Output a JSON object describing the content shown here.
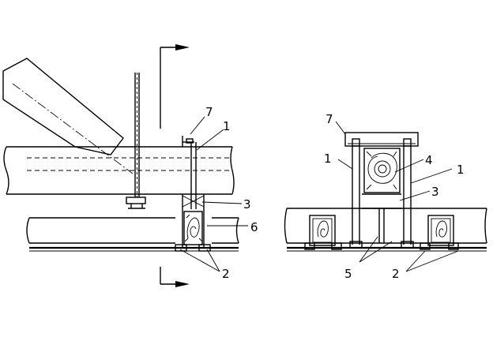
{
  "diagram": {
    "left_view": {
      "labels": {
        "l7": "7",
        "l1": "1",
        "l3": "3",
        "l6": "6",
        "l2": "2"
      }
    },
    "right_view": {
      "labels": {
        "l7": "7",
        "l1a": "1",
        "l4": "4",
        "l1b": "1",
        "l3": "3",
        "l5": "5",
        "l2": "2"
      }
    }
  }
}
